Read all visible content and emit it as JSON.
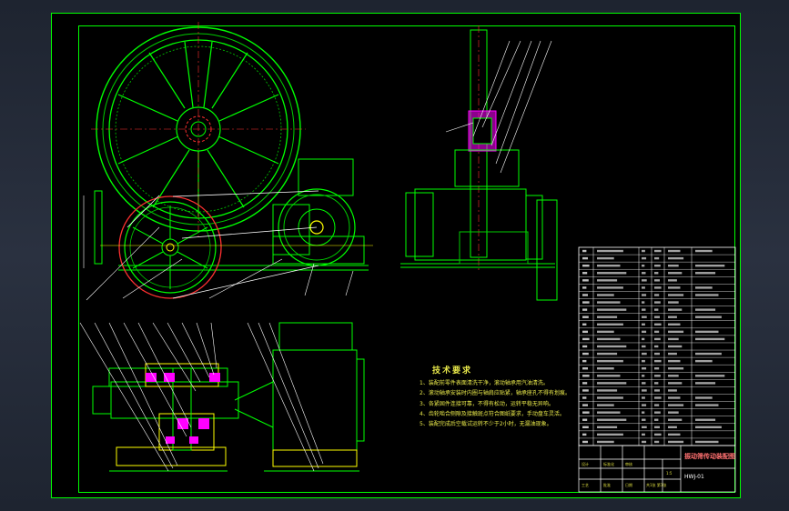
{
  "drawing": {
    "title": "振动筛传动装配图",
    "code": "HWJ-01"
  },
  "notes": {
    "title": "技术要求",
    "lines": [
      "1、装配前零件表面清洗干净，滚动轴承用汽油清洗。",
      "2、滚动轴承安装时内圈与轴肩应贴紧，轴承座孔不得有划痕。",
      "3、各紧固件连接可靠，不得有松动，运转平稳无异响。",
      "4、齿轮啮合侧隙及接触斑点符合图纸要求，手动盘车灵活。",
      "5、装配完成后空载试运转不少于2小时，无漏油现象。"
    ]
  },
  "title_block": {
    "row1": [
      "设计",
      "标准化",
      "审核"
    ],
    "row2": [
      "工艺",
      "批准",
      "日期"
    ],
    "scale": "1:5",
    "sheet": "共1张 第1张"
  },
  "colors": {
    "frame": "#00ff00",
    "part": "#00e000",
    "yellow": "#ffff00",
    "white": "#ffffff",
    "magenta": "#ff00ff",
    "red": "#ff3030",
    "cyan": "#00ffff"
  }
}
